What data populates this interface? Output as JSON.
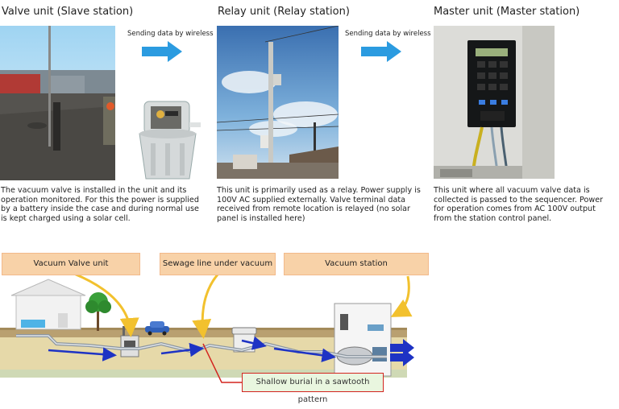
{
  "stations": [
    {
      "title": "Valve unit (Slave station)",
      "description": "The vacuum valve is installed in the unit and its operation monitored. For this the power is supplied by a battery inside the case and during normal use is kept charged using a solar cell."
    },
    {
      "title": "Relay unit (Relay station)",
      "description": "This unit is primarily used as a relay. Power supply is 100V AC supplied externally. Valve terminal data received from remote location is relayed (no solar panel is installed here)"
    },
    {
      "title": "Master unit (Master station)",
      "description": "This unit where all vacuum valve data is collected is passed to the sequencer. Power for operation comes from AC 100V output from the station control panel."
    }
  ],
  "wireless_arrows": [
    "Sending data by wireless",
    "Sending data by wireless"
  ],
  "diagram": {
    "callouts": [
      "Vacuum Valve unit",
      "Sewage line under vacuum",
      "Vacuum station"
    ],
    "burial_label": "Shallow burial in a sawtooth pattern"
  },
  "colors": {
    "wireless_arrow": "#2b9be0",
    "callout_fill": "#f8d2a8",
    "callout_arrow": "#f2c12e",
    "flow_arrow": "#1e33c4",
    "burial_outline": "#d3241f"
  }
}
